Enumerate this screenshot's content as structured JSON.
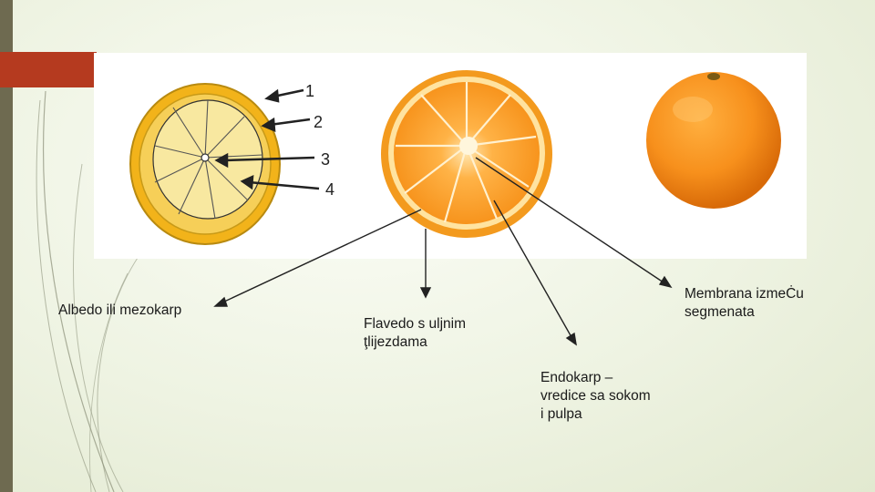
{
  "slide": {
    "accent_color": "#b53a1f",
    "sidebar_color": "#6e6a50"
  },
  "diagram": {
    "callout_numbers": [
      "1",
      "2",
      "3",
      "4"
    ]
  },
  "labels": {
    "albedo": "Albedo ili mezokarp",
    "flavedo": " Flavedo s uljnim\nţlijezdama",
    "endokarp": "Endokarp –\nvredice sa sokom\ni pulpa",
    "membrana": "Membrana izmeĊu\nsegmenata"
  }
}
